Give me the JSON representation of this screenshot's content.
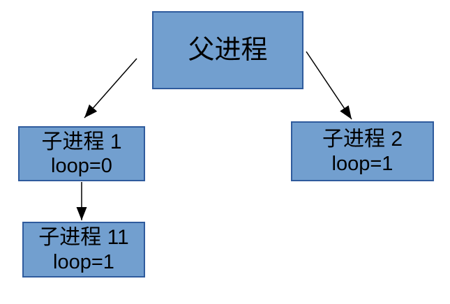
{
  "diagram": {
    "description": "Process fork tree diagram",
    "colors": {
      "background": "#ffffff",
      "node_fill": "#729fcf",
      "node_border": "#2f5b9d",
      "arrow": "#000000",
      "text": "#000000"
    },
    "nodes": {
      "parent": {
        "label": "父进程"
      },
      "child1": {
        "label": "子进程 1",
        "sublabel": "loop=0"
      },
      "child2": {
        "label": "子进程 2",
        "sublabel": "loop=1"
      },
      "child11": {
        "label": "子进程 11",
        "sublabel": "loop=1"
      }
    },
    "edges": [
      {
        "from": "parent",
        "to": "child1"
      },
      {
        "from": "parent",
        "to": "child2"
      },
      {
        "from": "child1",
        "to": "child11"
      }
    ]
  }
}
